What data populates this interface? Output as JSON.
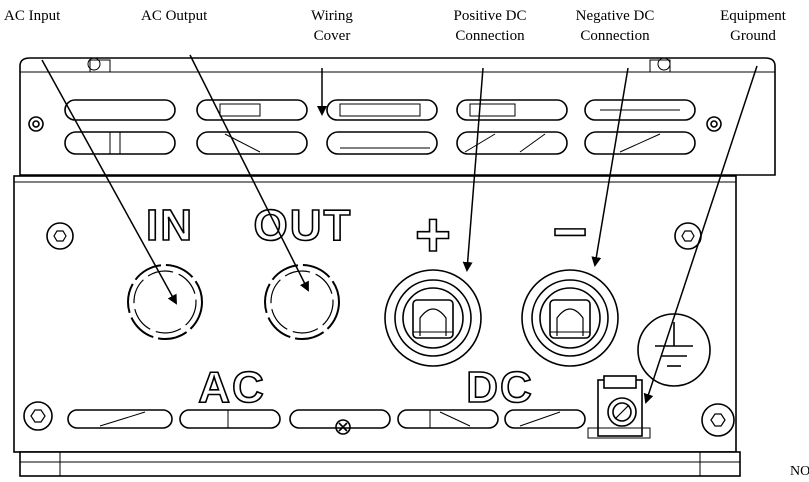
{
  "callouts": [
    {
      "id": "ac-input",
      "lines": [
        "AC Input"
      ]
    },
    {
      "id": "ac-output",
      "lines": [
        "AC Output"
      ]
    },
    {
      "id": "wiring-cover",
      "lines": [
        "Wiring",
        "Cover"
      ]
    },
    {
      "id": "positive-dc",
      "lines": [
        "Positive DC",
        "Connection"
      ]
    },
    {
      "id": "negative-dc",
      "lines": [
        "Negative DC",
        "Connection"
      ]
    },
    {
      "id": "equipment-ground",
      "lines": [
        "Equipment",
        "Ground"
      ]
    }
  ],
  "panel_markings": {
    "in": "IN",
    "out": "OUT",
    "plus": "+",
    "minus": "−",
    "ac": "AC",
    "dc": "DC"
  },
  "footer_fragment": "NO",
  "icons": [
    "hex-screw-icon",
    "ground-symbol-icon",
    "phillips-screw-icon"
  ]
}
